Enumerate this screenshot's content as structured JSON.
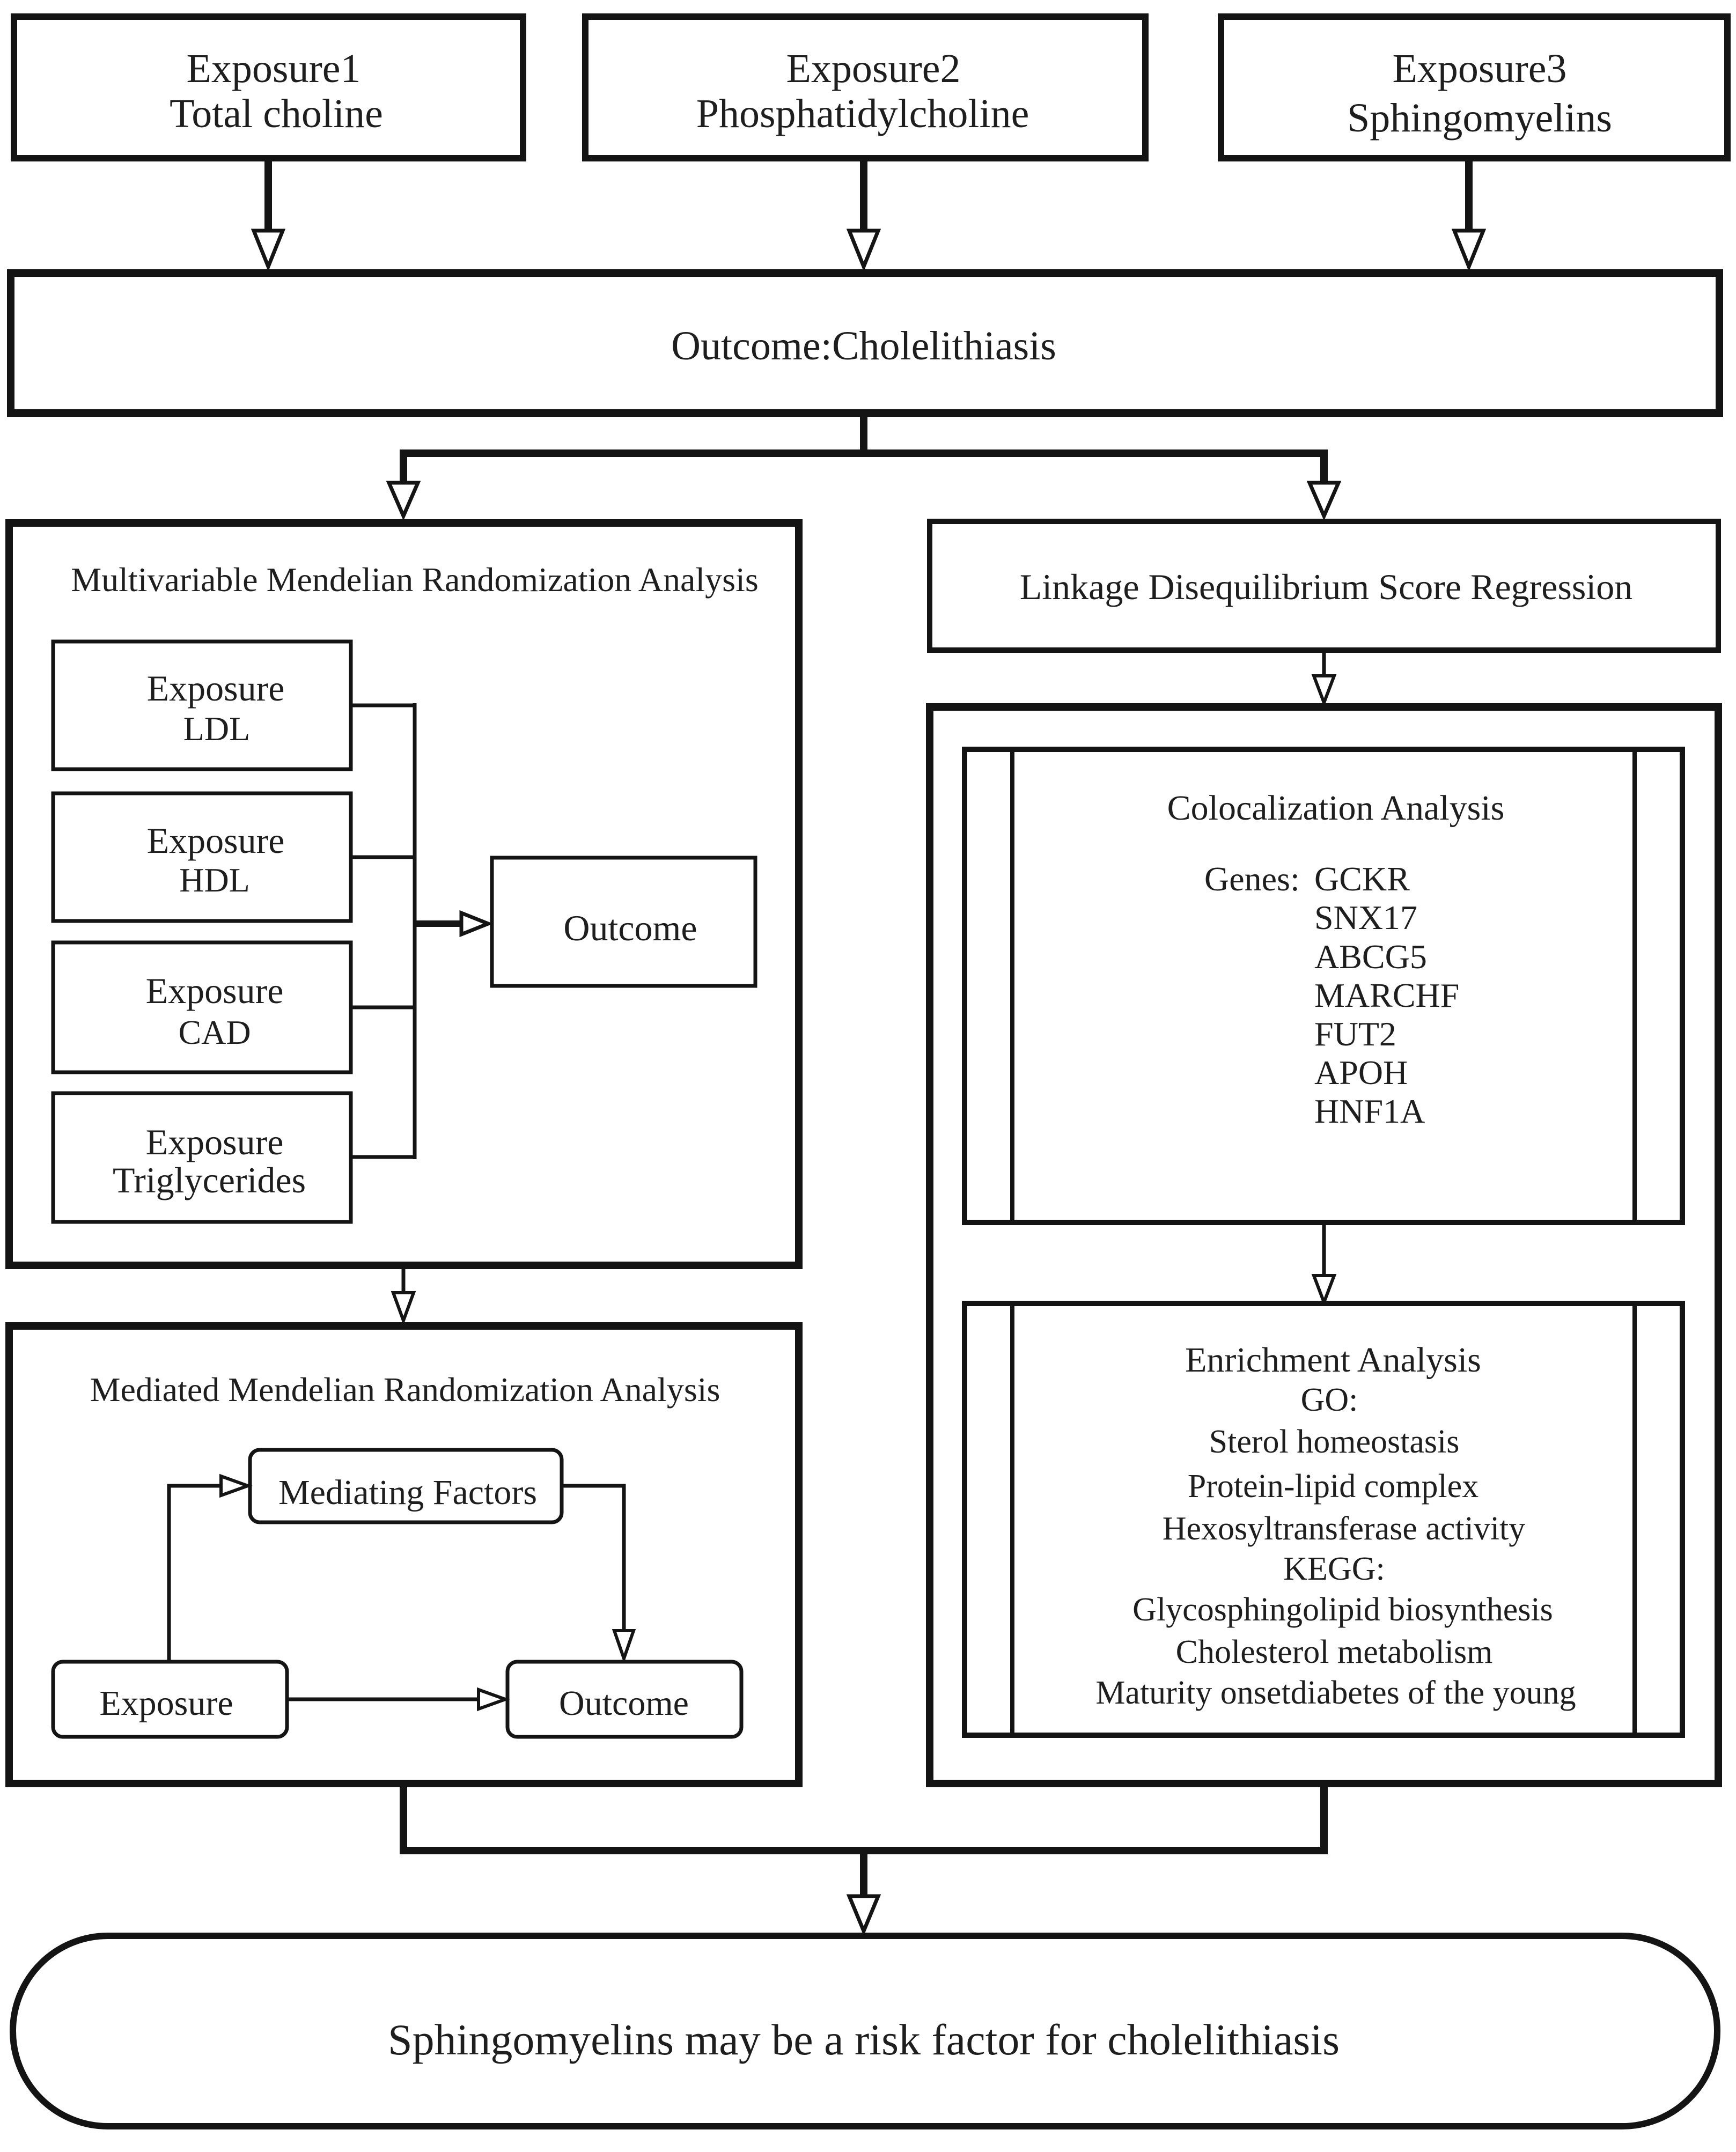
{
  "exposures": [
    {
      "line1": "Exposure1",
      "line2": "Total choline"
    },
    {
      "line1": "Exposure2",
      "line2": "Phosphatidylcholine"
    },
    {
      "line1": "Exposure3",
      "line2": "Sphingomyelins"
    }
  ],
  "outcome_main": "Outcome:Cholelithiasis",
  "mvmr": {
    "title": "Multivariable Mendelian Randomization Analysis",
    "exposures": [
      {
        "line1": "Exposure",
        "line2": "LDL"
      },
      {
        "line1": "Exposure",
        "line2": "HDL"
      },
      {
        "line1": "Exposure",
        "line2": "CAD"
      },
      {
        "line1": "Exposure",
        "line2": "Triglycerides"
      }
    ],
    "outcome": "Outcome"
  },
  "mediated": {
    "title": "Mediated Mendelian Randomization Analysis",
    "mediating": "Mediating Factors",
    "exposure": "Exposure",
    "outcome": "Outcome"
  },
  "ldsc": {
    "title": "Linkage Disequilibrium Score Regression"
  },
  "coloc": {
    "title": "Colocalization Analysis",
    "genes_label": "Genes:",
    "genes": [
      "GCKR",
      "SNX17",
      "ABCG5",
      "MARCHF",
      "FUT2",
      "APOH",
      "HNF1A"
    ]
  },
  "enrichment": {
    "title": "Enrichment Analysis",
    "go_label": "GO:",
    "go_terms": [
      "Sterol homeostasis",
      "Protein-lipid complex",
      "Hexosyltransferase activity"
    ],
    "kegg_label": "KEGG:",
    "kegg_terms": [
      "Glycosphingolipid biosynthesis",
      "Cholesterol metabolism",
      "Maturity onsetdiabetes of the young"
    ]
  },
  "conclusion": "Sphingomyelins may be a risk factor for cholelithiasis"
}
